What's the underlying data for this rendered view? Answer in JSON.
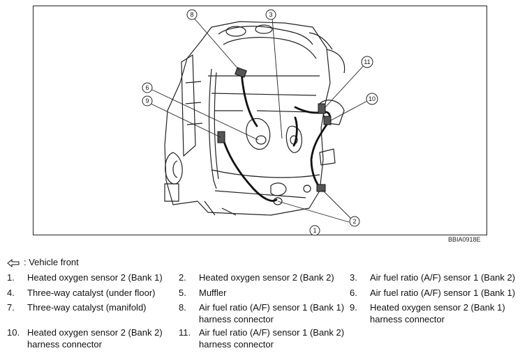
{
  "figure": {
    "code": "BBIA0918E",
    "callouts": [
      "1",
      "2",
      "3",
      "6",
      "8",
      "9",
      "10",
      "11"
    ]
  },
  "front_indicator": {
    "icon": "arrow-left-outline-icon",
    "label": ": Vehicle front"
  },
  "legend": [
    {
      "num": "1.",
      "label": "Heated oxygen sensor 2 (Bank 1)",
      "label2": ""
    },
    {
      "num": "2.",
      "label": "Heated oxygen sensor 2 (Bank 2)",
      "label2": ""
    },
    {
      "num": "3.",
      "label": "Air fuel ratio (A/F) sensor 1 (Bank 2)",
      "label2": ""
    },
    {
      "num": "4.",
      "label": "Three-way catalyst (under floor)",
      "label2": ""
    },
    {
      "num": "5.",
      "label": "Muffler",
      "label2": ""
    },
    {
      "num": "6.",
      "label": "Air fuel ratio (A/F) sensor 1 (Bank 1)",
      "label2": ""
    },
    {
      "num": "7.",
      "label": "Three-way catalyst (manifold)",
      "label2": ""
    },
    {
      "num": "8.",
      "label": "Air fuel ratio (A/F) sensor 1 (Bank 1)",
      "label2": "harness connector"
    },
    {
      "num": "9.",
      "label": "Heated oxygen sensor 2 (Bank 1)",
      "label2": "harness connector"
    },
    {
      "num": "10.",
      "label": "Heated oxygen sensor 2 (Bank 2)",
      "label2": "harness connector"
    },
    {
      "num": "11.",
      "label": "Air fuel ratio (A/F) sensor 1 (Bank 2)",
      "label2": "harness connector"
    }
  ]
}
